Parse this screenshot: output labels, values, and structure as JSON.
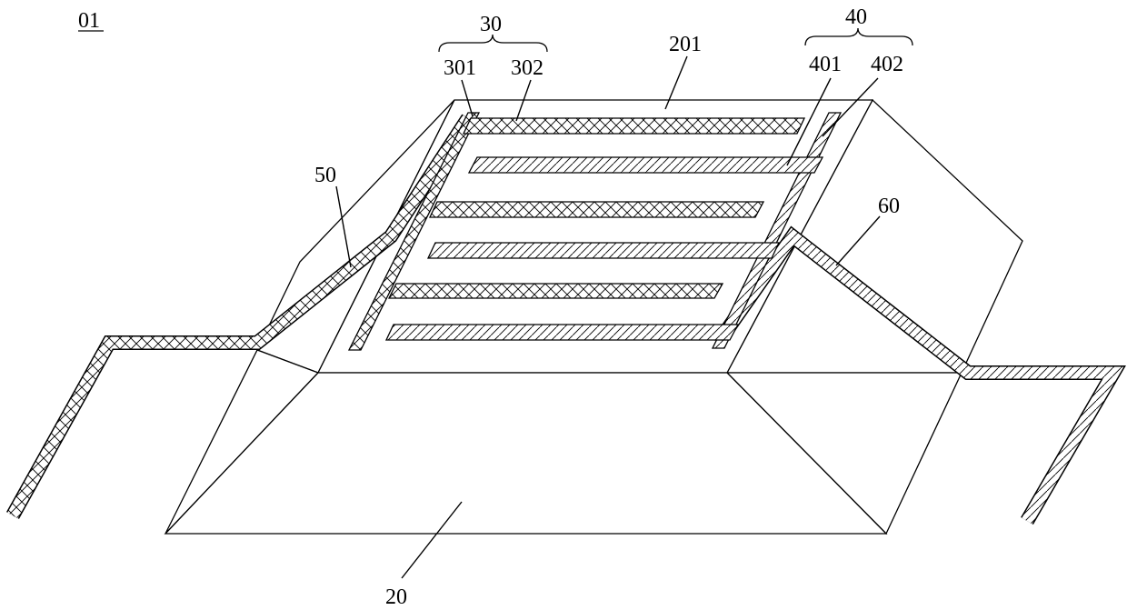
{
  "figure": {
    "id_label": "01",
    "labels": {
      "substrate": "20",
      "top_surface": "201",
      "first_electrode": "30",
      "first_bus": "301",
      "first_fingers": "302",
      "second_electrode": "40",
      "second_bus": "401",
      "second_fingers": "402",
      "first_lead": "50",
      "second_lead": "60"
    }
  }
}
